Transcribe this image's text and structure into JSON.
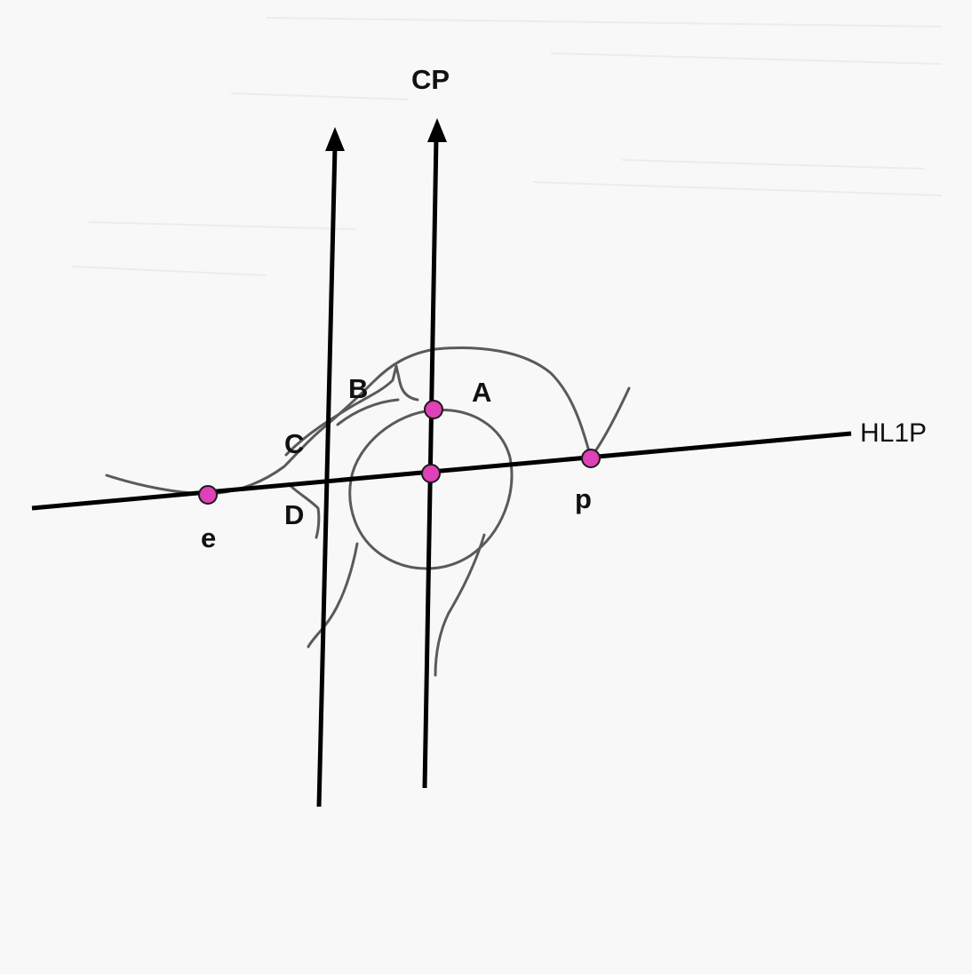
{
  "labels": {
    "cp": "CP",
    "hl1p": "HL1P",
    "a": "A",
    "b": "B",
    "c": "C",
    "d": "D",
    "e": "e",
    "p": "p"
  },
  "colors": {
    "background": "#f7f7f7",
    "lines": "#000000",
    "sketch": "#5a5a5a",
    "marker": "#e040b8"
  },
  "icons": {
    "arrowhead": "up-arrowhead-icon"
  }
}
